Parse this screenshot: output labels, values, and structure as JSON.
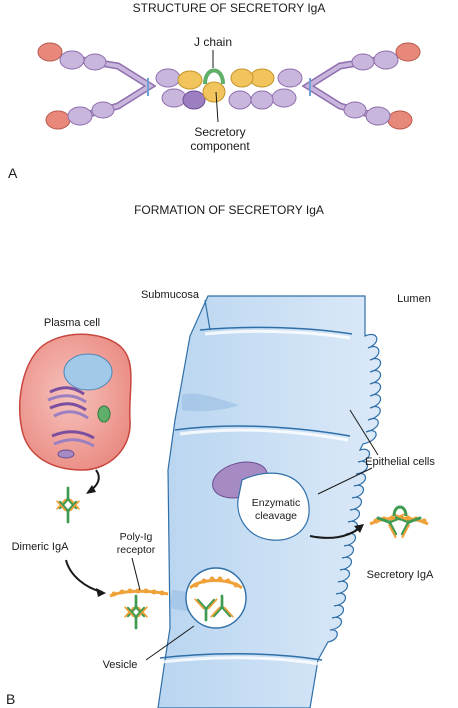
{
  "panel_a": {
    "title": "STRUCTURE OF SECRETORY IgA",
    "letter": "A",
    "j_chain_label": "J chain",
    "secretory_component_label_line1": "Secretory",
    "secretory_component_label_line2": "component"
  },
  "panel_b": {
    "title": "FORMATION OF SECRETORY IgA",
    "letter": "B",
    "submucosa_label": "Submucosa",
    "lumen_label": "Lumen",
    "plasma_cell_label": "Plasma cell",
    "epithelial_cells_label": "Epithelial cells",
    "dimeric_iga_label": "Dimeric IgA",
    "poly_ig_label_line1": "Poly-Ig",
    "poly_ig_label_line2": "receptor",
    "enzymatic_label_line1": "Enzymatic",
    "enzymatic_label_line2": "cleavage",
    "secretory_iga_label": "Secretory IgA",
    "vesicle_label": "Vesicle"
  },
  "colors": {
    "heavy_chain": "#c9b6dc",
    "heavy_chain_edge": "#8f6fae",
    "fc_domain": "#f1c45e",
    "fab_tip": "#e8887a",
    "j_chain": "#5fae6a",
    "epithelium": "#cfe2f6",
    "epithelium_edge": "#2f6fa8",
    "plasma_cell": "#f2a6a0",
    "plasma_edge": "#c8463e",
    "nucleus": "#a2c9e8",
    "antibody_green": "#3f9a52",
    "antibody_orange": "#f0a23a"
  }
}
